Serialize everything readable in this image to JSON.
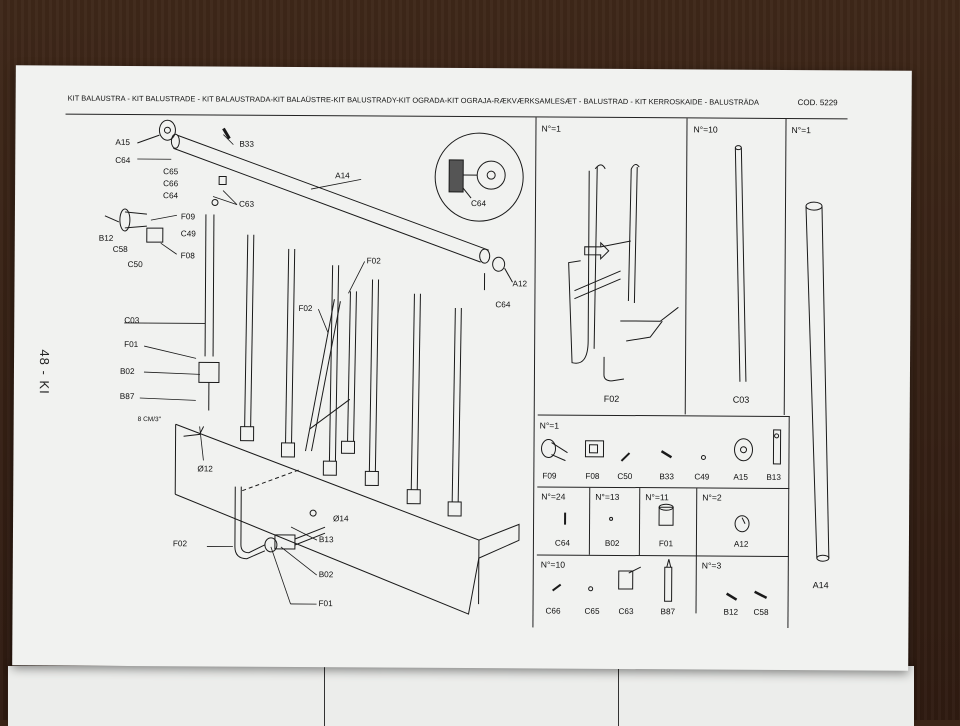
{
  "header": {
    "title": "KIT BALAUSTRA - KIT BALUSTRADE - KIT BALAUSTRADA-KIT BALAÜSTRE-KIT BALUSTRADY-KIT OGRADA-KIT OGRAJA-RÆKVÆRKSAMLESÆT - BALUSTRAD - KIT KERROSKAIDE - BALUSTRÄDA",
    "code": "COD. 5229"
  },
  "page_number": "48 - KI",
  "assembly": {
    "labels": [
      "A15",
      "B33",
      "C64",
      "C65",
      "C66",
      "C64",
      "C63",
      "A14",
      "F09",
      "B12",
      "C49",
      "C58",
      "F08",
      "C50",
      "C03",
      "F01",
      "B02",
      "B87",
      "Ø12",
      "F02",
      "F02",
      "A12",
      "C64",
      "C64",
      "Ø14",
      "B13",
      "B02",
      "F01",
      "F02"
    ],
    "spacing_note": "8 CM/3\""
  },
  "panels": {
    "f02": {
      "qty": "N°=1",
      "label": "F02"
    },
    "c03": {
      "qty": "N°=10",
      "label": "C03"
    },
    "a14": {
      "qty": "N°=1",
      "label": "A14"
    }
  },
  "parts": {
    "row1": {
      "qty": "N°=1",
      "items": [
        "F09",
        "F08",
        "C50",
        "B33",
        "C49",
        "A15",
        "B13"
      ]
    },
    "row2": [
      {
        "qty": "N°=24",
        "label": "C64"
      },
      {
        "qty": "N°=13",
        "label": "B02"
      },
      {
        "qty": "N°=11",
        "label": "F01"
      },
      {
        "qty": "N°=2",
        "label": "A12"
      }
    ],
    "row3a": {
      "qty": "N°=10",
      "items": [
        "C66",
        "C65",
        "C63",
        "B87"
      ]
    },
    "row3b": {
      "qty": "N°=3",
      "items": [
        "B12",
        "C58"
      ]
    }
  }
}
